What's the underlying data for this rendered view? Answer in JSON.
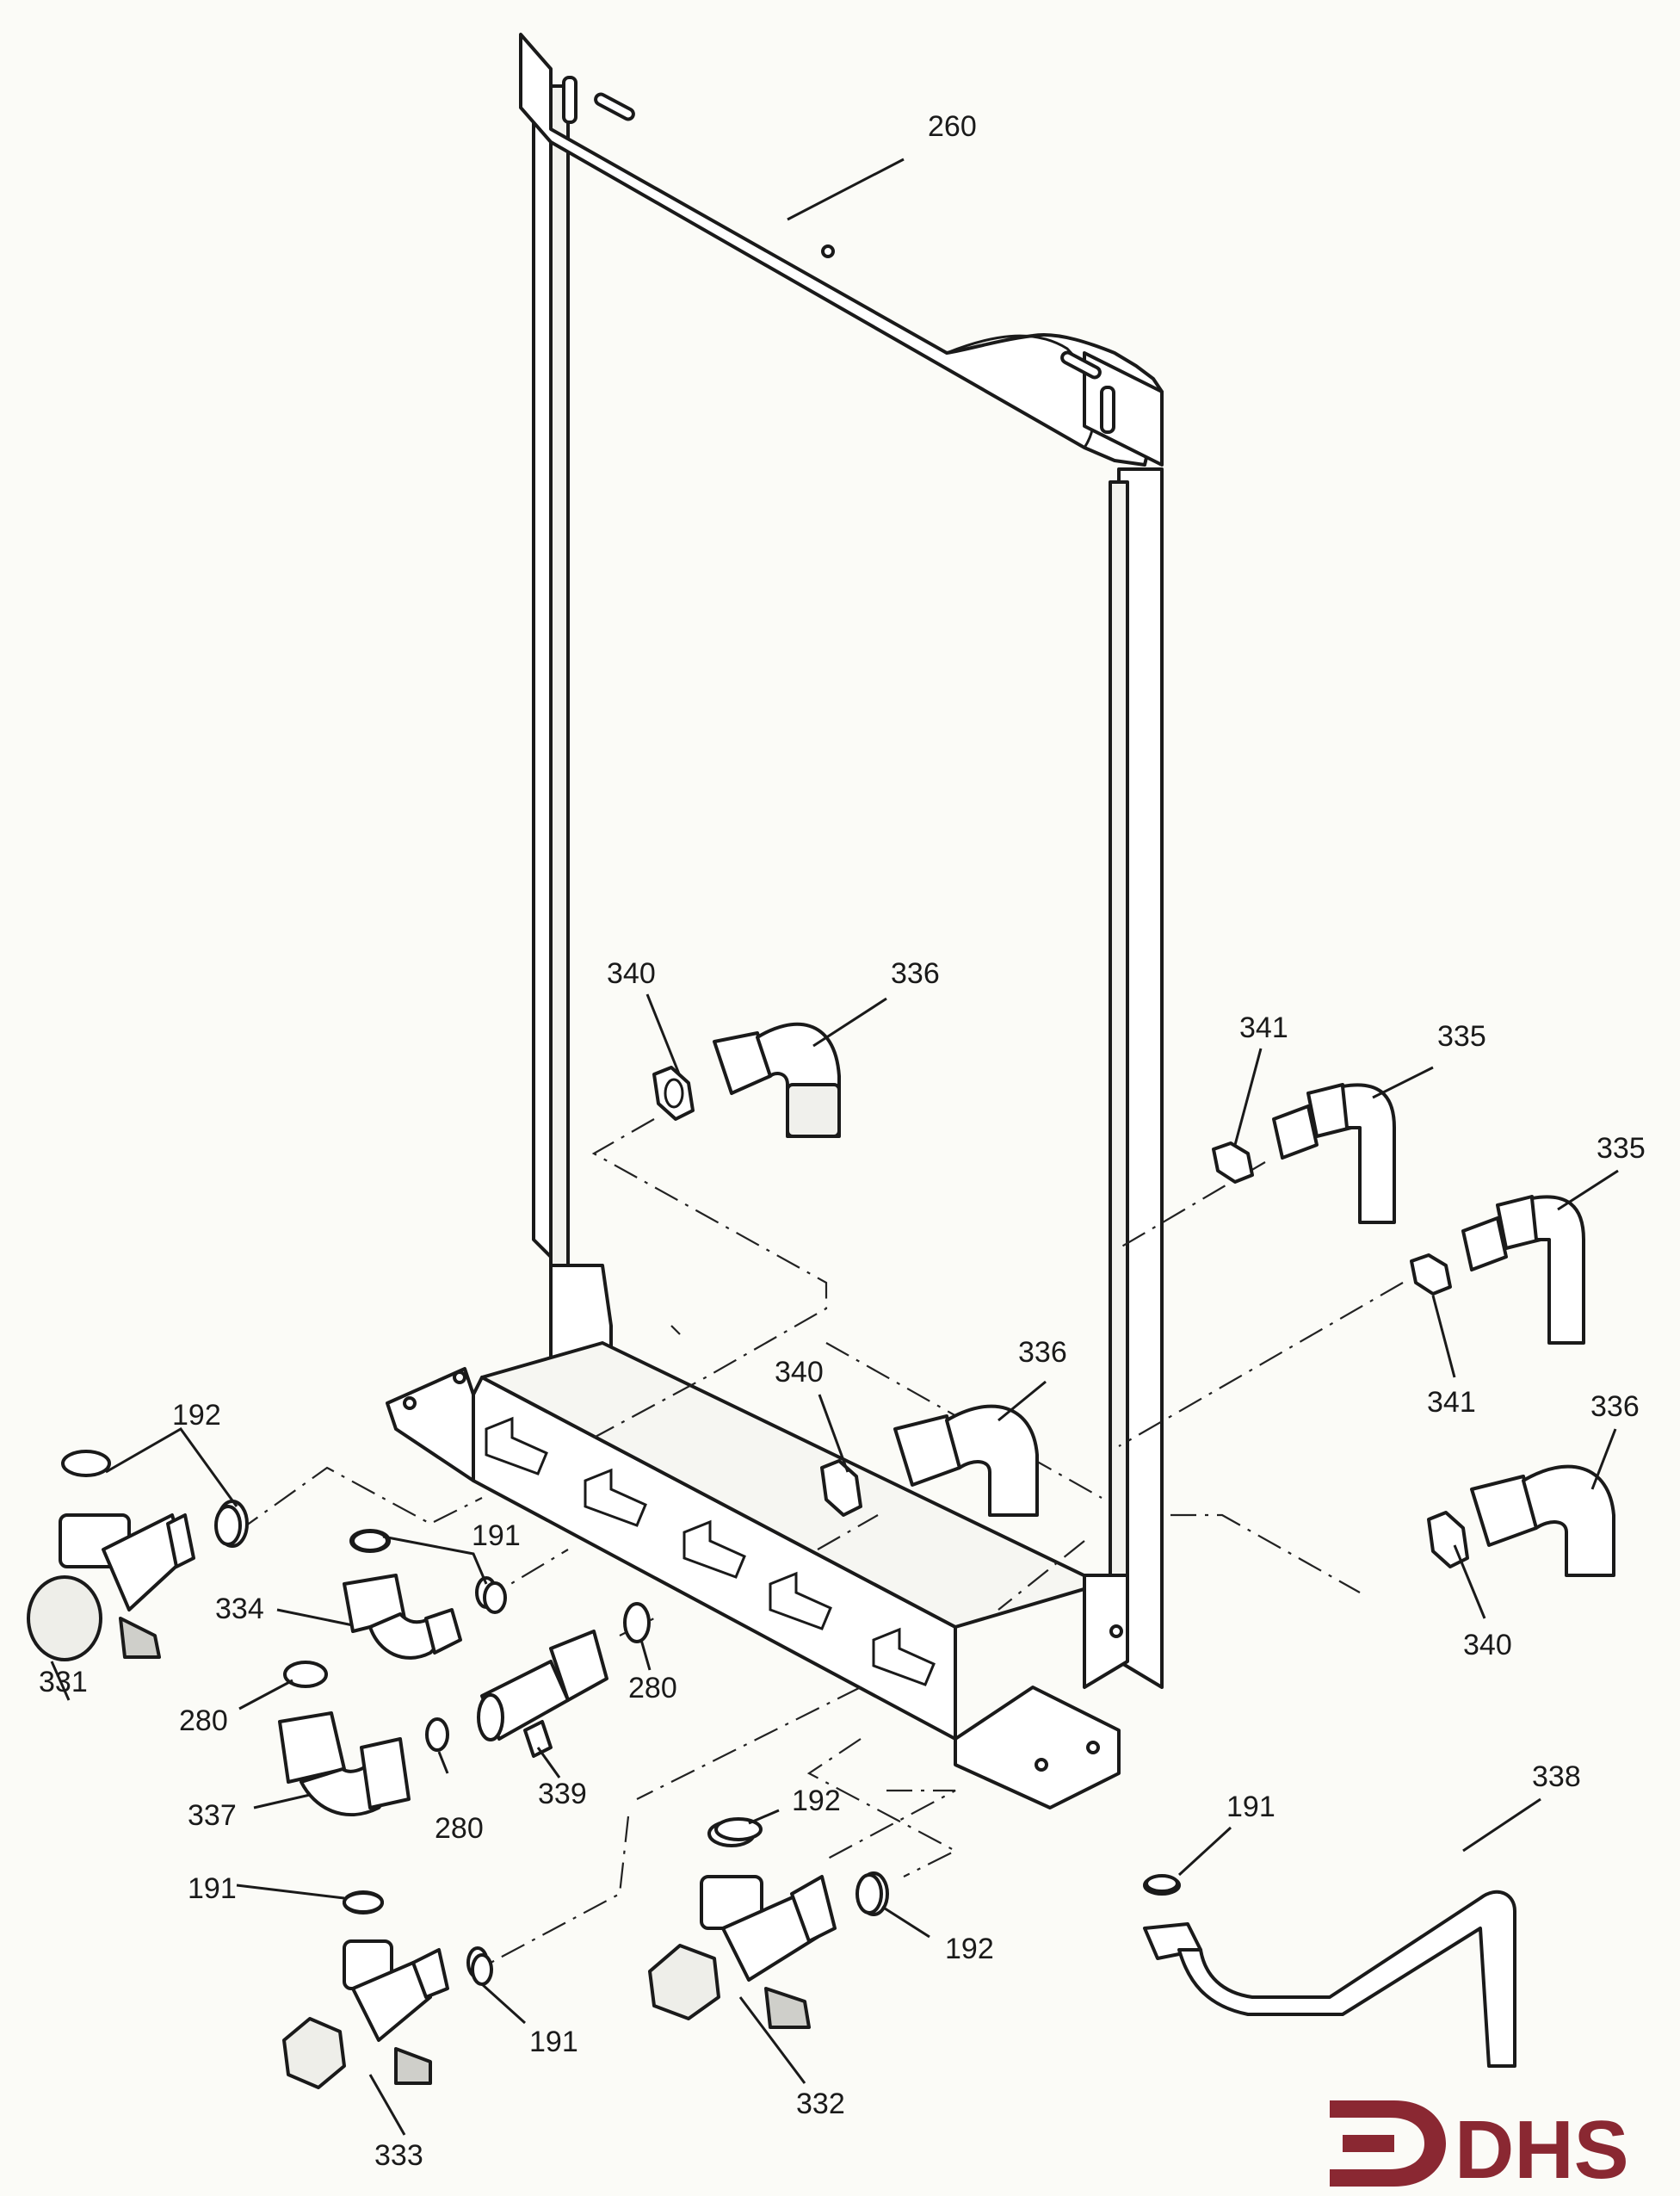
{
  "callouts": [
    {
      "id": "c-260a",
      "label": "260"
    },
    {
      "id": "c-340a",
      "label": "340"
    },
    {
      "id": "c-336a",
      "label": "336"
    },
    {
      "id": "c-341a",
      "label": "341"
    },
    {
      "id": "c-335a",
      "label": "335"
    },
    {
      "id": "c-335b",
      "label": "335"
    },
    {
      "id": "c-341b",
      "label": "341"
    },
    {
      "id": "c-336b",
      "label": "336"
    },
    {
      "id": "c-340b",
      "label": "340"
    },
    {
      "id": "c-336c",
      "label": "336"
    },
    {
      "id": "c-340c",
      "label": "340"
    },
    {
      "id": "c-192a",
      "label": "192"
    },
    {
      "id": "c-191a",
      "label": "191"
    },
    {
      "id": "c-334",
      "label": "334"
    },
    {
      "id": "c-331",
      "label": "331"
    },
    {
      "id": "c-280a",
      "label": "280"
    },
    {
      "id": "c-280b",
      "label": "280"
    },
    {
      "id": "c-337",
      "label": "337"
    },
    {
      "id": "c-280c",
      "label": "280"
    },
    {
      "id": "c-339",
      "label": "339"
    },
    {
      "id": "c-192b",
      "label": "192"
    },
    {
      "id": "c-192c",
      "label": "192"
    },
    {
      "id": "c-191b",
      "label": "191"
    },
    {
      "id": "c-191c",
      "label": "191"
    },
    {
      "id": "c-333",
      "label": "333"
    },
    {
      "id": "c-332",
      "label": "332"
    },
    {
      "id": "c-191d",
      "label": "191"
    },
    {
      "id": "c-338",
      "label": "338"
    }
  ],
  "logo": {
    "text": "DHS",
    "color": "#8a2832"
  }
}
